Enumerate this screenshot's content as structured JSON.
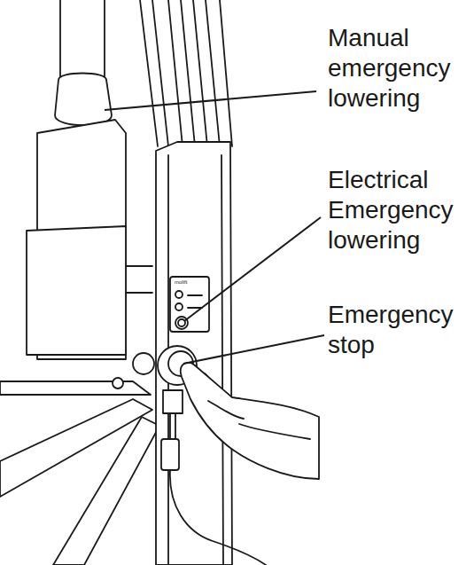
{
  "diagram": {
    "labels": [
      "Manual emergency lowering",
      "Electrical Emergency lowering",
      "Emergency stop",
      "molift"
    ]
  }
}
